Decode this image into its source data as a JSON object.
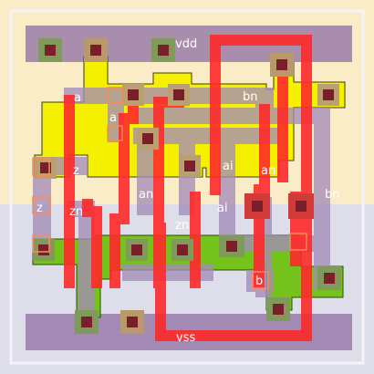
{
  "labels": {
    "vdd": "vdd",
    "vss": "vss",
    "a_top": "a",
    "a_mid": "a",
    "bn_top": "bn",
    "bn_right": "bn",
    "z_mid": "z",
    "z_left": "z",
    "ai_mid": "ai",
    "ai_low": "ai",
    "an_right": "an",
    "an_left": "an",
    "zn_left": "zn",
    "zn_mid": "zn",
    "b": "b"
  },
  "colors": {
    "background": "#e4e4ee",
    "nwell": "#fbecc8",
    "pwell": "#dedeea",
    "rail": "#8e6ea3",
    "pdiff": "#f5f000",
    "ndiff": "#76c21c",
    "poly": "#ff2a2a",
    "metal1": "#a48db8",
    "contact": "#7a1f2a",
    "pin": "#ff8a50",
    "label": "#ffffff"
  }
}
